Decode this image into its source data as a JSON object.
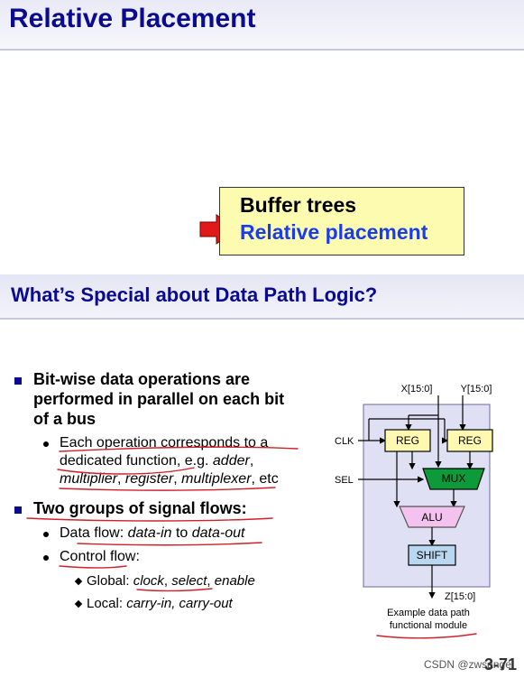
{
  "slide1": {
    "title": "Relative Placement",
    "callout_line1": "Buffer trees",
    "callout_line2": "Relative placement"
  },
  "slide2": {
    "title": "What’s Special about Data Path Logic?",
    "bullet1_line1": "Bit-wise data operations are",
    "bullet1_line2": "performed in parallel on each bit",
    "bullet1_line3": "of a bus",
    "sub1": {
      "line1": "Each operation corresponds to a",
      "line2_a": "dedicated function",
      "line2_b": ", e.g. ",
      "line2_c": "adder",
      "line2_d": ",",
      "line3_a": "multiplier",
      "line3_b": ", ",
      "line3_c": "register",
      "line3_d": ", ",
      "line3_e": "multiplexer",
      "line3_f": ", etc"
    },
    "bullet2": "Two groups of signal flows:",
    "data_flow": {
      "label": "Data flow: ",
      "in": "data-in",
      "to": " to ",
      "out": "data-out"
    },
    "control_flow": {
      "label": "Control flow",
      "colon": ":"
    },
    "global": {
      "label": "Global: ",
      "clock": "clock",
      "sep1": ", ",
      "select": "select",
      "sep2": ", ",
      "enable": "enable"
    },
    "local": {
      "label": "Local: ",
      "value": "carry-in, carry-out"
    }
  },
  "diagram": {
    "x_in": "X[15:0]",
    "y_in": "Y[15:0]",
    "clk": "CLK",
    "sel": "SEL",
    "reg1": "REG",
    "reg2": "REG",
    "mux": "MUX",
    "alu": "ALU",
    "shift": "SHIFT",
    "z_out": "Z[15:0]",
    "caption_line1": "Example data path",
    "caption_line2": "functional module"
  },
  "footer": {
    "watermark": "CSDN @zwsange",
    "page": "3-71"
  },
  "colors": {
    "title_blue": "#0b0b8f",
    "callout_bg": "#fcfbb0",
    "highlight_blue": "#1a3cf0",
    "arrow_red": "#e01a1a",
    "ink_red": "#d0202a",
    "mux_green": "#0c9a3a",
    "alu_pink": "#f4c2ee",
    "shift_blue": "#b9d7f0",
    "block_bg": "#dfe0f4",
    "reg_yellow": "#fff8b0"
  }
}
